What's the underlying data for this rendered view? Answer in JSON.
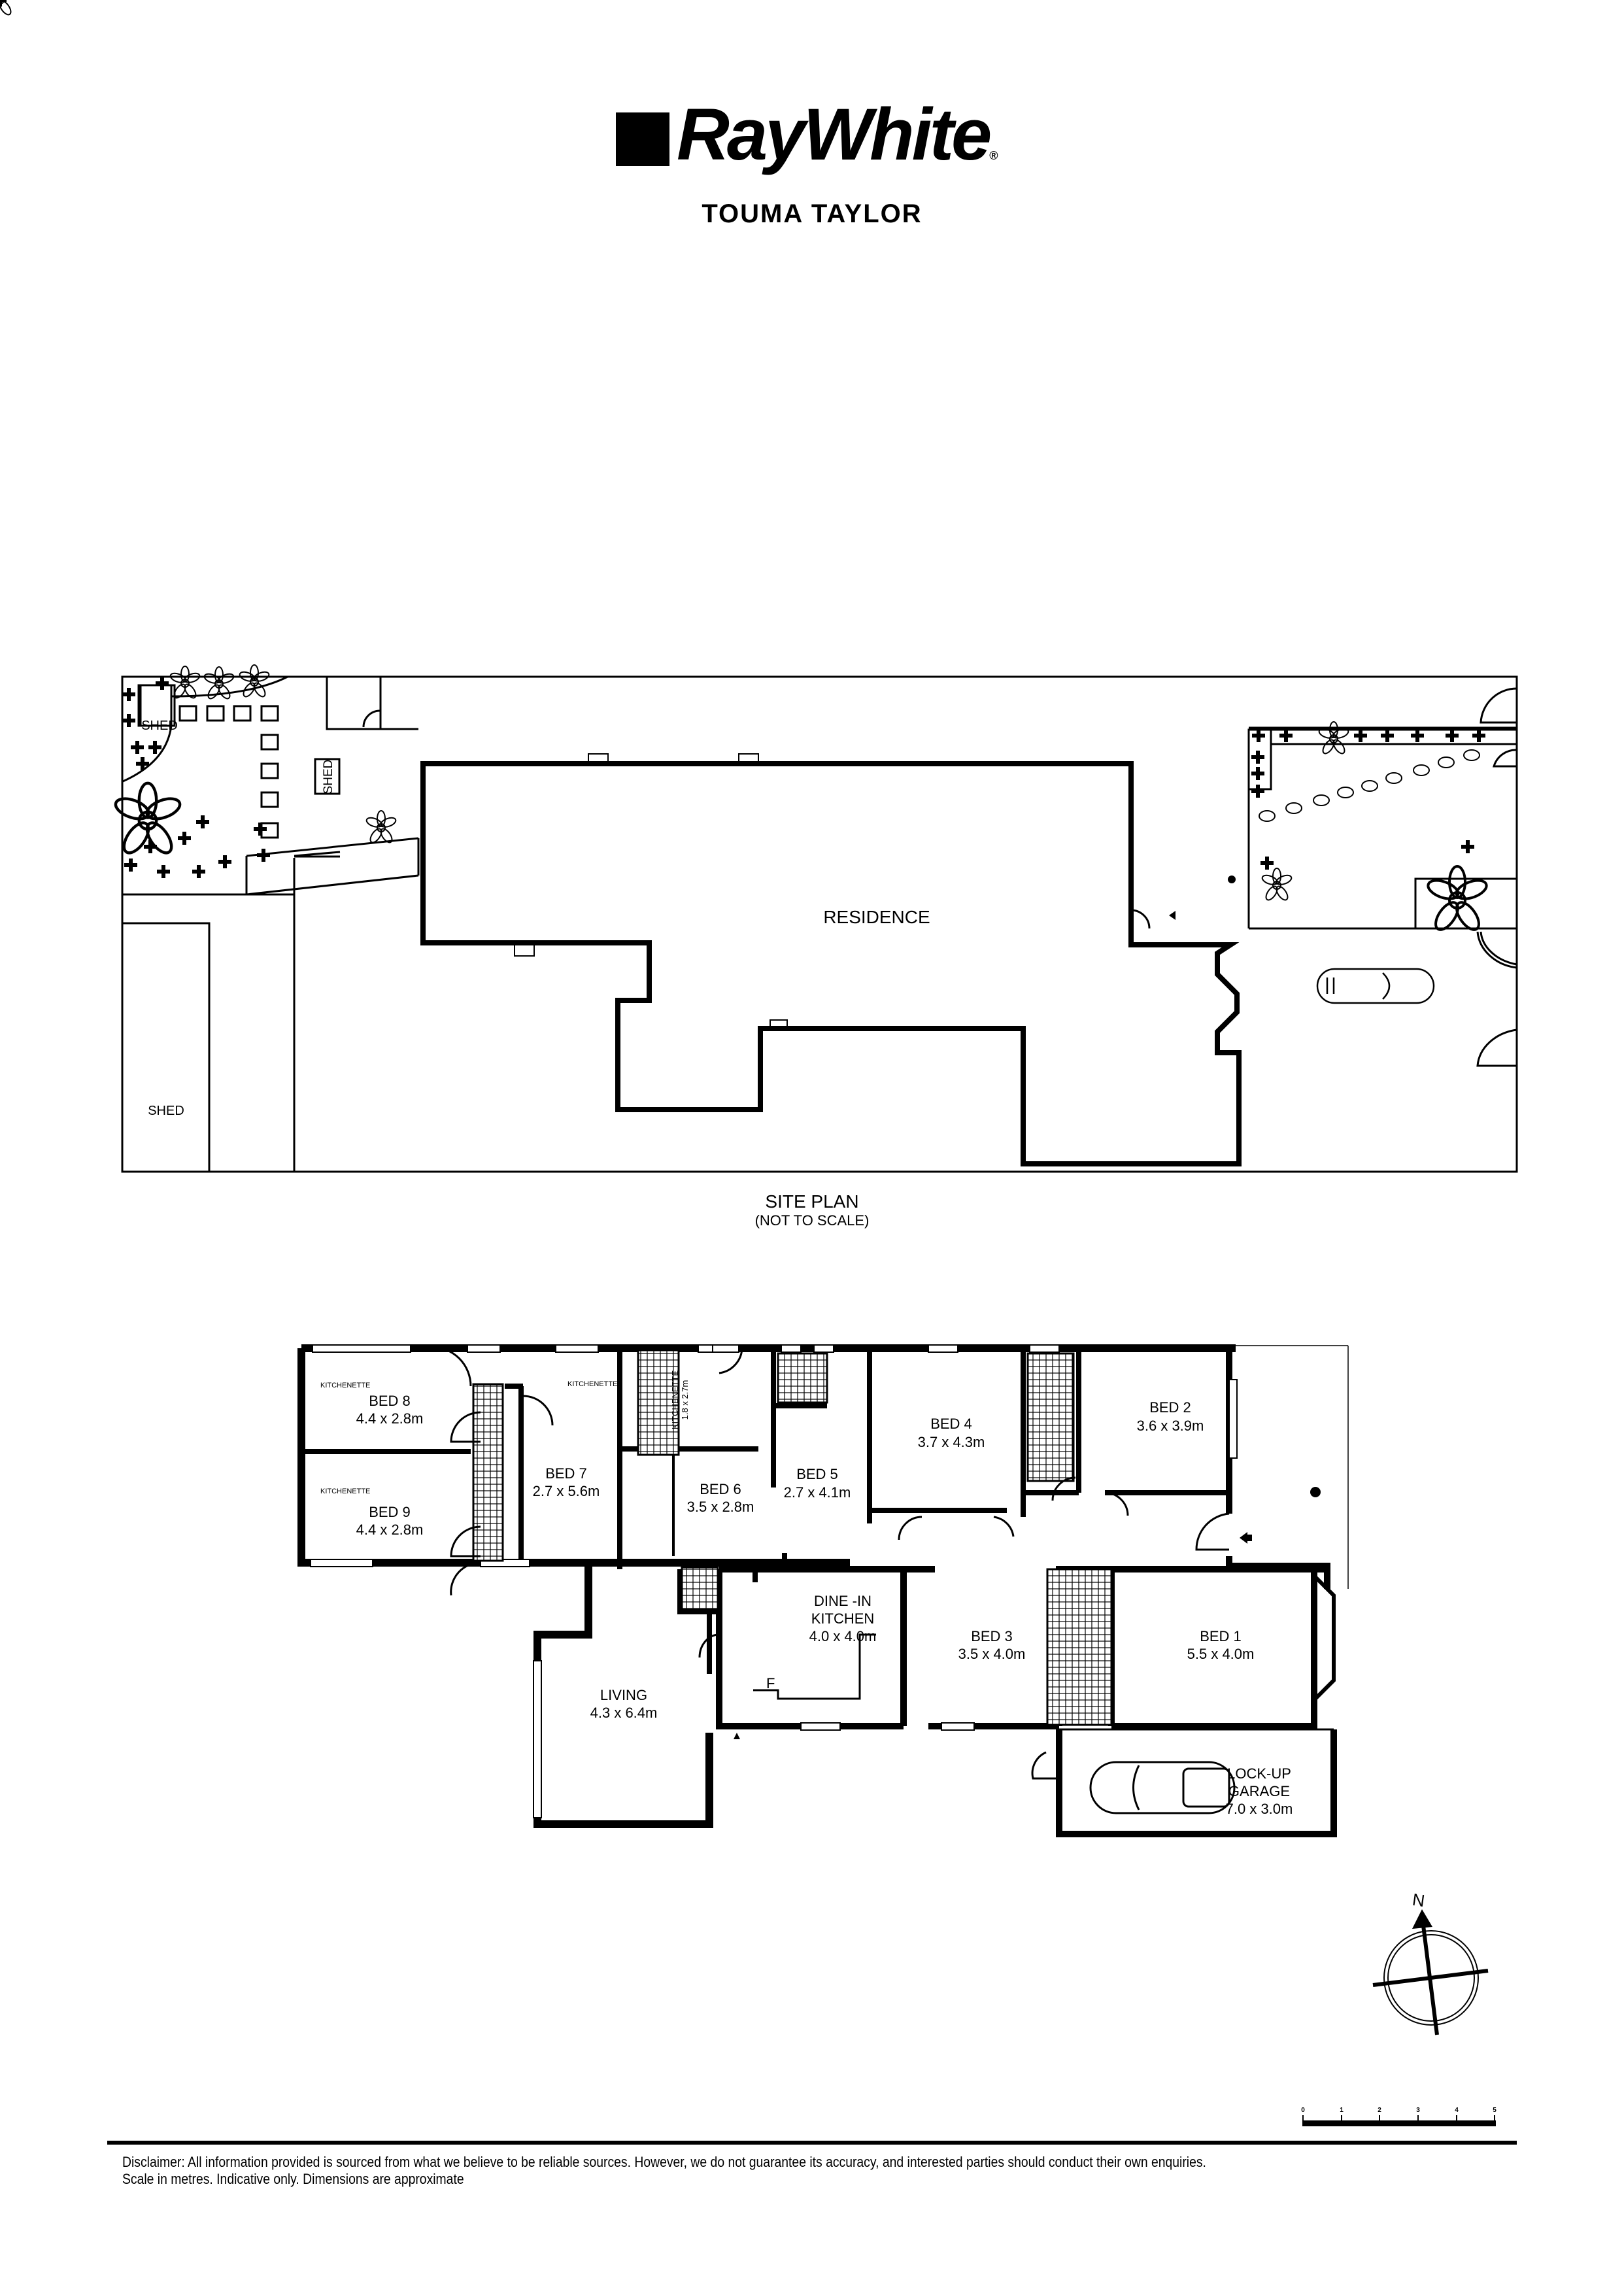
{
  "brand": {
    "logo_text": "RayWhite",
    "logo_mark": "®",
    "office": "TOUMA TAYLOR"
  },
  "site_plan": {
    "title": "SITE PLAN",
    "subtitle": "(NOT TO SCALE)",
    "labels": {
      "residence": "RESIDENCE",
      "shed_top_left": "SHED",
      "shed_side": "SHED",
      "shed_bottom_left": "SHED"
    }
  },
  "floor_plan": {
    "rooms": [
      {
        "id": "bed8",
        "name": "BED 8",
        "size": "4.4 x 2.8m"
      },
      {
        "id": "bed9",
        "name": "BED 9",
        "size": "4.4 x 2.8m"
      },
      {
        "id": "bed7",
        "name": "BED 7",
        "size": "2.7 x 5.6m"
      },
      {
        "id": "bed6",
        "name": "BED 6",
        "size": "3.5 x 2.8m"
      },
      {
        "id": "bed5",
        "name": "BED 5",
        "size": "2.7 x 4.1m"
      },
      {
        "id": "bed4",
        "name": "BED 4",
        "size": "3.7 x 4.3m"
      },
      {
        "id": "bed2",
        "name": "BED 2",
        "size": "3.6 x 3.9m"
      },
      {
        "id": "bed3",
        "name": "BED 3",
        "size": "3.5 x 4.0m"
      },
      {
        "id": "bed1",
        "name": "BED 1",
        "size": "5.5 x 4.0m"
      },
      {
        "id": "kitchen",
        "name": "DINE -IN",
        "name2": "KITCHEN",
        "size": "4.0 x 4.0m"
      },
      {
        "id": "living",
        "name": "LIVING",
        "size": "4.3 x 6.4m"
      },
      {
        "id": "garage",
        "name": "LOCK-UP",
        "name2": "GARAGE",
        "size": "7.0 x 3.0m"
      }
    ],
    "small_labels": {
      "kitchenette_bed8": "KITCHENETTE",
      "kitchenette_bed9": "KITCHENETTE",
      "kitchenette_bed7": "KITCHENETTE",
      "kitchenette_main": "KITCHENETTE",
      "kitchenette_main_size": "1.8 x 2.7m",
      "fridge": "F"
    }
  },
  "compass": {
    "north_label": "N"
  },
  "scale_bar": {
    "ticks": [
      "0",
      "1",
      "2",
      "3",
      "4",
      "5"
    ],
    "unit": "metres"
  },
  "disclaimer": {
    "line1": "Disclaimer: All information provided is sourced from what we believe to be reliable sources. However, we do not guarantee  its accuracy, and interested parties should conduct their own enquiries.",
    "line2": "Scale in metres. Indicative only. Dimensions are approximate"
  }
}
